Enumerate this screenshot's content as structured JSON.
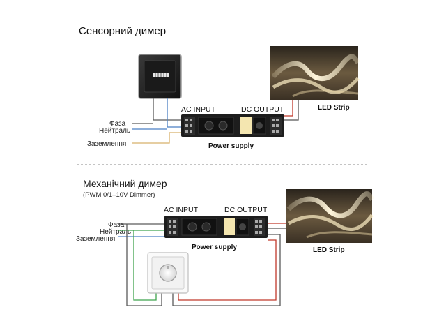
{
  "colors": {
    "phase": "#5a5a5a",
    "neutral": "#4a7fc4",
    "ground": "#d8b06a",
    "positive": "#c0392b",
    "negative": "#555555",
    "dim_plus": "#3fa34d",
    "separator": "#888888"
  },
  "top": {
    "title": "Сенсорний димер",
    "wire_labels": {
      "phase": "Фаза",
      "neutral": "Нейтраль",
      "ground": "Заземлення"
    },
    "ac_input": "AC INPUT",
    "dc_output": "DC OUTPUT",
    "psu_label": "Power supply",
    "led_label": "LED Strip"
  },
  "bottom": {
    "title": "Механічний димер",
    "subtitle": "(PWM 0/1–10V Dimmer)",
    "wire_labels": {
      "phase": "Фаза",
      "neutral": "Нейтраль",
      "ground": "Заземлення"
    },
    "ac_input": "AC INPUT",
    "dc_output": "DC OUTPUT",
    "psu_label": "Power supply",
    "led_label": "LED Strip"
  }
}
